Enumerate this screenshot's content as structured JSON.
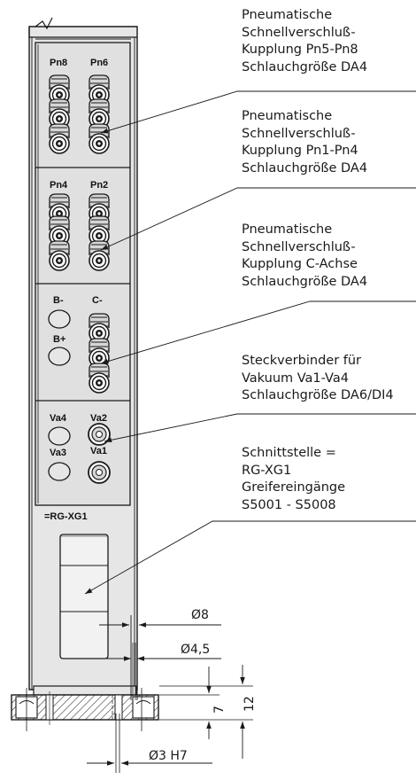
{
  "callouts": [
    {
      "lines": [
        "Pneumatische",
        "Schnellverschluß-",
        "Kupplung Pn5-Pn8",
        "Schlauchgröße DA4"
      ]
    },
    {
      "lines": [
        "Pneumatische",
        "Schnellverschluß-",
        "Kupplung Pn1-Pn4",
        "Schlauchgröße DA4"
      ]
    },
    {
      "lines": [
        "Pneumatische",
        "Schnellverschluß-",
        "Kupplung C-Achse",
        "Schlauchgröße DA4"
      ]
    },
    {
      "lines": [
        "Steckverbinder für",
        "Vakuum Va1-Va4",
        "Schlauchgröße DA6/DI4"
      ]
    },
    {
      "lines": [
        "Schnittstelle =",
        "RG-XG1",
        "Greifereingänge",
        "S5001 - S5008"
      ]
    }
  ],
  "port_labels": {
    "pn8": "Pn8",
    "pn6": "Pn6",
    "pn4": "Pn4",
    "pn2": "Pn2",
    "b_minus": "B-",
    "c_minus": "C-",
    "b_plus": "B+",
    "va4": "Va4",
    "va2": "Va2",
    "va3": "Va3",
    "va1": "Va1",
    "interface": "=RG-XG1"
  },
  "dimensions": {
    "d8": "Ø8",
    "d45": "Ø4,5",
    "d3": "Ø3 H7",
    "h7": "7",
    "h12": "12"
  },
  "colors": {
    "panel_fill": "#e6e6e6",
    "line": "#1a1a1a"
  }
}
